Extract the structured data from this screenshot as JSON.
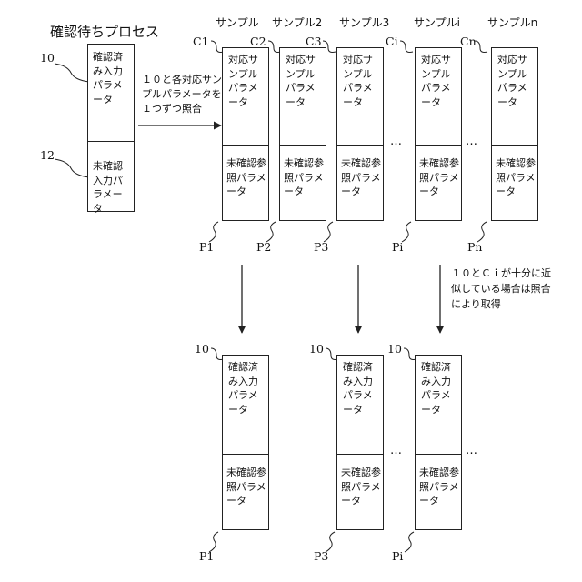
{
  "title": "確認待ちプロセス",
  "top": {
    "label_confirmed": "10",
    "label_unconfirmed": "12",
    "confirmed_text": "確認済み入力パラメータ",
    "unconfirmed_text": "未確認入力パラメータ",
    "match_note": "１０と各対応サンプルパラメータを１つずつ照合",
    "sample_box_top": "対応サンプルパラメータ",
    "sample_box_bottom": "未確認参照パラメータ",
    "samples": [
      {
        "header": "サンプル",
        "c": "C1",
        "p": "P1"
      },
      {
        "header": "サンプル2",
        "c": "C2",
        "p": "P2"
      },
      {
        "header": "サンプル3",
        "c": "C3",
        "p": "P3"
      },
      {
        "header": "サンプルi",
        "c": "Ci",
        "p": "Pi"
      },
      {
        "header": "サンプルn",
        "c": "Cn",
        "p": "Pn"
      }
    ],
    "ellipsis": "…"
  },
  "acquire_note": "１０とＣｉが十分に近似している場合は照合により取得",
  "bottom": {
    "top_text": "確認済み入力パラメータ",
    "bottom_text": "未確認参照パラメータ",
    "results": [
      {
        "label": "10",
        "p": "P1"
      },
      {
        "label": "10",
        "p": "P3"
      },
      {
        "label": "10",
        "p": "Pi"
      }
    ],
    "ellipsis": "…"
  }
}
